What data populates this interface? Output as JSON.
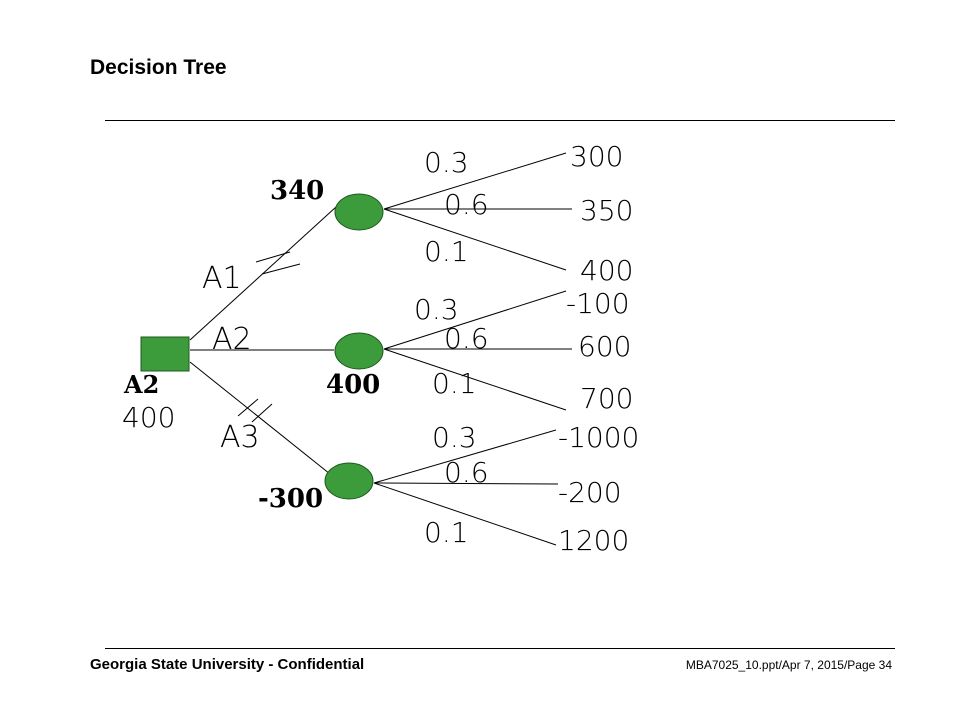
{
  "slide": {
    "title": "Decision Tree",
    "footer_left": "Georgia State University - Confidential",
    "footer_right": "MBA7025_10.ppt/Apr 7, 2015/Page 34"
  },
  "colors": {
    "node_fill": "#3c9c3c",
    "node_stroke": "#1f5a1f",
    "line": "#000000"
  },
  "decision": {
    "node_label": "A2",
    "node_value": "400",
    "alternatives": [
      {
        "label": "A1",
        "expected": "340",
        "probs": [
          "0.3",
          "0.6",
          "0.1"
        ],
        "outcomes": [
          "300",
          "350",
          "400"
        ],
        "pruned": true
      },
      {
        "label": "A2",
        "expected": "400",
        "probs": [
          "0.3",
          "0.6",
          "0.1"
        ],
        "outcomes": [
          "-100",
          "600",
          "700"
        ],
        "pruned": false
      },
      {
        "label": "A3",
        "expected": "-300",
        "probs": [
          "0.3",
          "0.6",
          "0.1"
        ],
        "outcomes": [
          "-1000",
          "-200",
          "1200"
        ],
        "pruned": true
      }
    ]
  }
}
